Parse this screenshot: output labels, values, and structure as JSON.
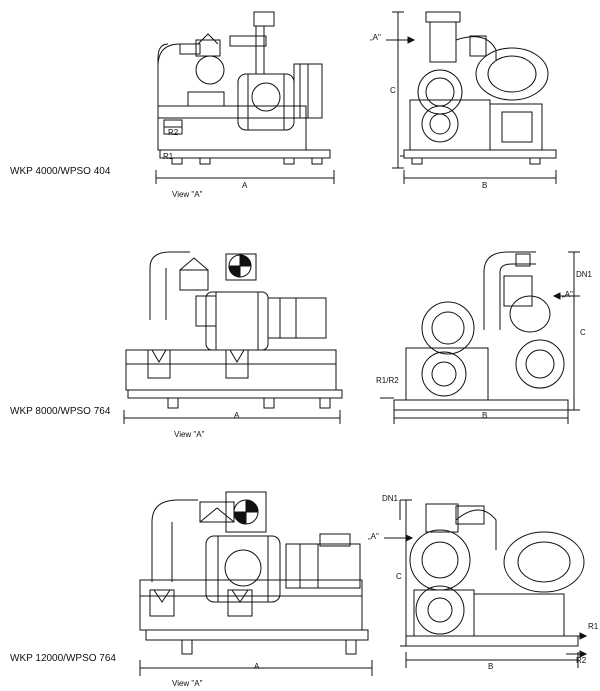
{
  "figures": [
    {
      "model": "WKP 4000/WPSO 404",
      "view_label": "View \"A\"",
      "dim_side": "A",
      "dim_end": "B",
      "dim_height": "C",
      "arrow_label": "„A\"",
      "conn_1": "R2",
      "conn_2": "R1"
    },
    {
      "model": "WKP 8000/WPSO 764",
      "view_label": "View \"A\"",
      "dim_side": "A",
      "dim_end": "B",
      "dim_height": "C",
      "arrow_label": "„A\"",
      "nozzle": "DN1",
      "conn": "R1/R2"
    },
    {
      "model": "WKP 12000/WPSO 764",
      "view_label": "View \"A\"",
      "dim_side": "A",
      "dim_end": "B",
      "dim_height": "C",
      "arrow_label": "„A\"",
      "nozzle": "DN1",
      "conn_1": "R1",
      "conn_2": "R2"
    }
  ]
}
